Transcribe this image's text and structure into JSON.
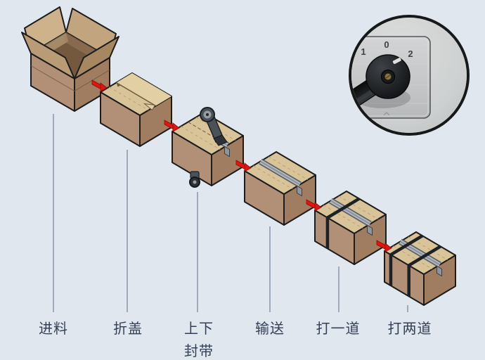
{
  "process": {
    "steps": [
      {
        "id": "feed",
        "label": "进料"
      },
      {
        "id": "fold",
        "label": "折盖"
      },
      {
        "id": "seal",
        "label": "上下\n封带"
      },
      {
        "id": "convey",
        "label": "输送"
      },
      {
        "id": "strap-one",
        "label": "打一道"
      },
      {
        "id": "strap-two",
        "label": "打两道"
      }
    ]
  },
  "rotary_switch": {
    "positions": [
      "1",
      "0",
      "2"
    ]
  },
  "colors": {
    "background": "#e1e7ee",
    "outline": "#1c1c1c",
    "box_top": "#d9c398",
    "box_top_light": "#e2cfa4",
    "box_left": "#b29078",
    "box_right": "#a07c60",
    "box_inside": "#74593f",
    "flap_back_left": "#cdb28b",
    "flap_back_right": "#c2a57e",
    "flap_front_left": "#b99b76",
    "flap_front_right": "#a68760",
    "crease": "#b89e6e",
    "seam": "#6f5a40",
    "tape_dark": "#5a5f66",
    "tape_mid": "#8f959d",
    "tape_light": "#c6cad0",
    "strap": "#1d2024",
    "machine_dark": "#2e3237",
    "machine_mid": "#4b5158",
    "machine_light": "#979da5",
    "arrow": "#e01410",
    "arrow_edge": "#8a0e09",
    "leader_line": "#5d6e87",
    "label_text": "#333f55"
  }
}
